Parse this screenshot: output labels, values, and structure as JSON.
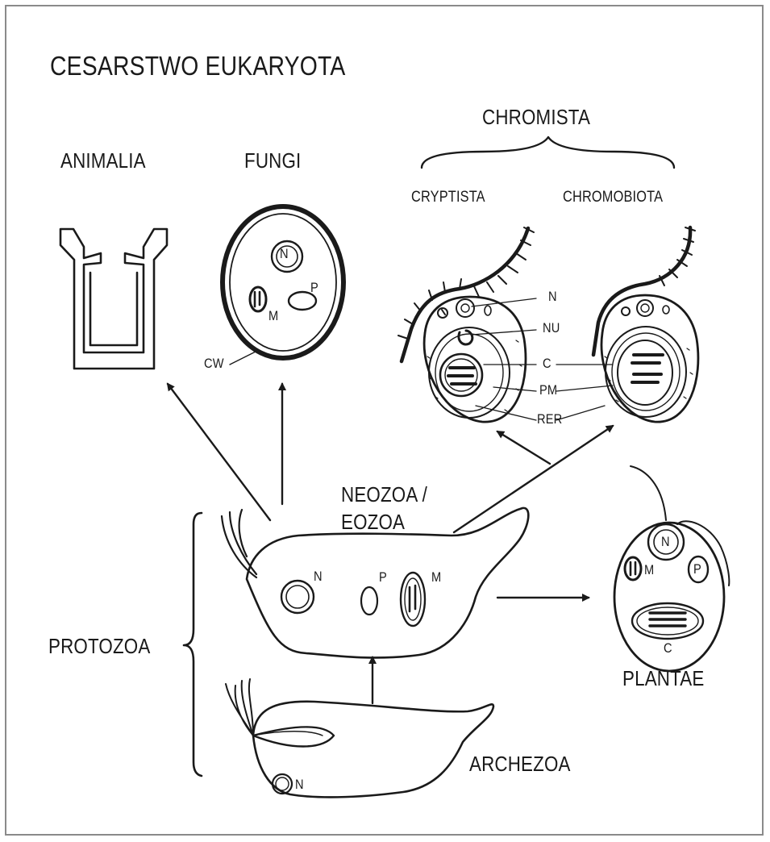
{
  "title": "CESARSTWO EUKARYOTA",
  "groups": {
    "chromista": "CHROMISTA",
    "animalia": "ANIMALIA",
    "fungi": "FUNGI",
    "cryptista": "CRYPTISTA",
    "chromobiota": "CHROMOBIOTA",
    "neozoa_line1": "NEOZOA /",
    "neozoa_line2": "EOZOA",
    "protozoa": "PROTOZOA",
    "plantae": "PLANTAE",
    "archezoa": "ARCHEZOA"
  },
  "labels": {
    "n": "N",
    "nu": "NU",
    "c": "C",
    "pm": "PM",
    "rer": "RER",
    "p": "P",
    "m": "M",
    "cw": "CW"
  },
  "colors": {
    "ink": "#1a1a1a",
    "frame": "#8a8a8a",
    "background": "#ffffff"
  }
}
